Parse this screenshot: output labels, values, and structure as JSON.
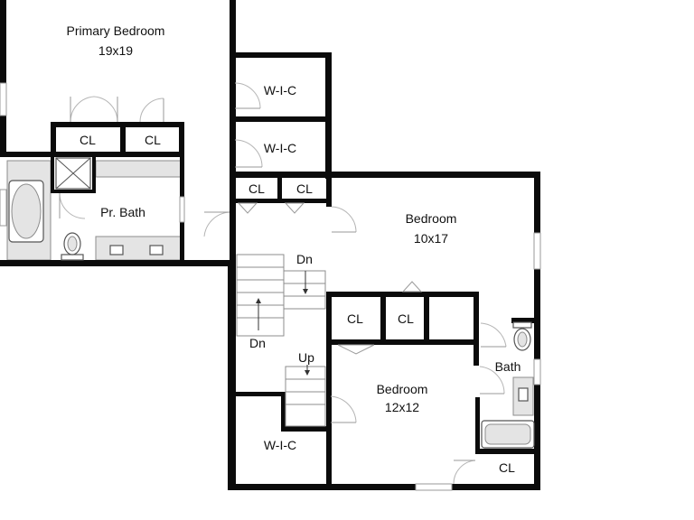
{
  "rooms": {
    "primary_bedroom": {
      "name": "Primary Bedroom",
      "size": "19x19"
    },
    "pr_bath": {
      "name": "Pr. Bath"
    },
    "bedroom_a": {
      "name": "Bedroom",
      "size": "10x17"
    },
    "bedroom_b": {
      "name": "Bedroom",
      "size": "12x12"
    },
    "bath": {
      "name": "Bath"
    }
  },
  "closets": {
    "cl": "CL",
    "wic": "W-I-C"
  },
  "stairs": {
    "down": "Dn",
    "up": "Up"
  },
  "colors": {
    "wall": "#0b0b0b",
    "fixture": "#e4e4e4",
    "floor": "#ffffff"
  }
}
